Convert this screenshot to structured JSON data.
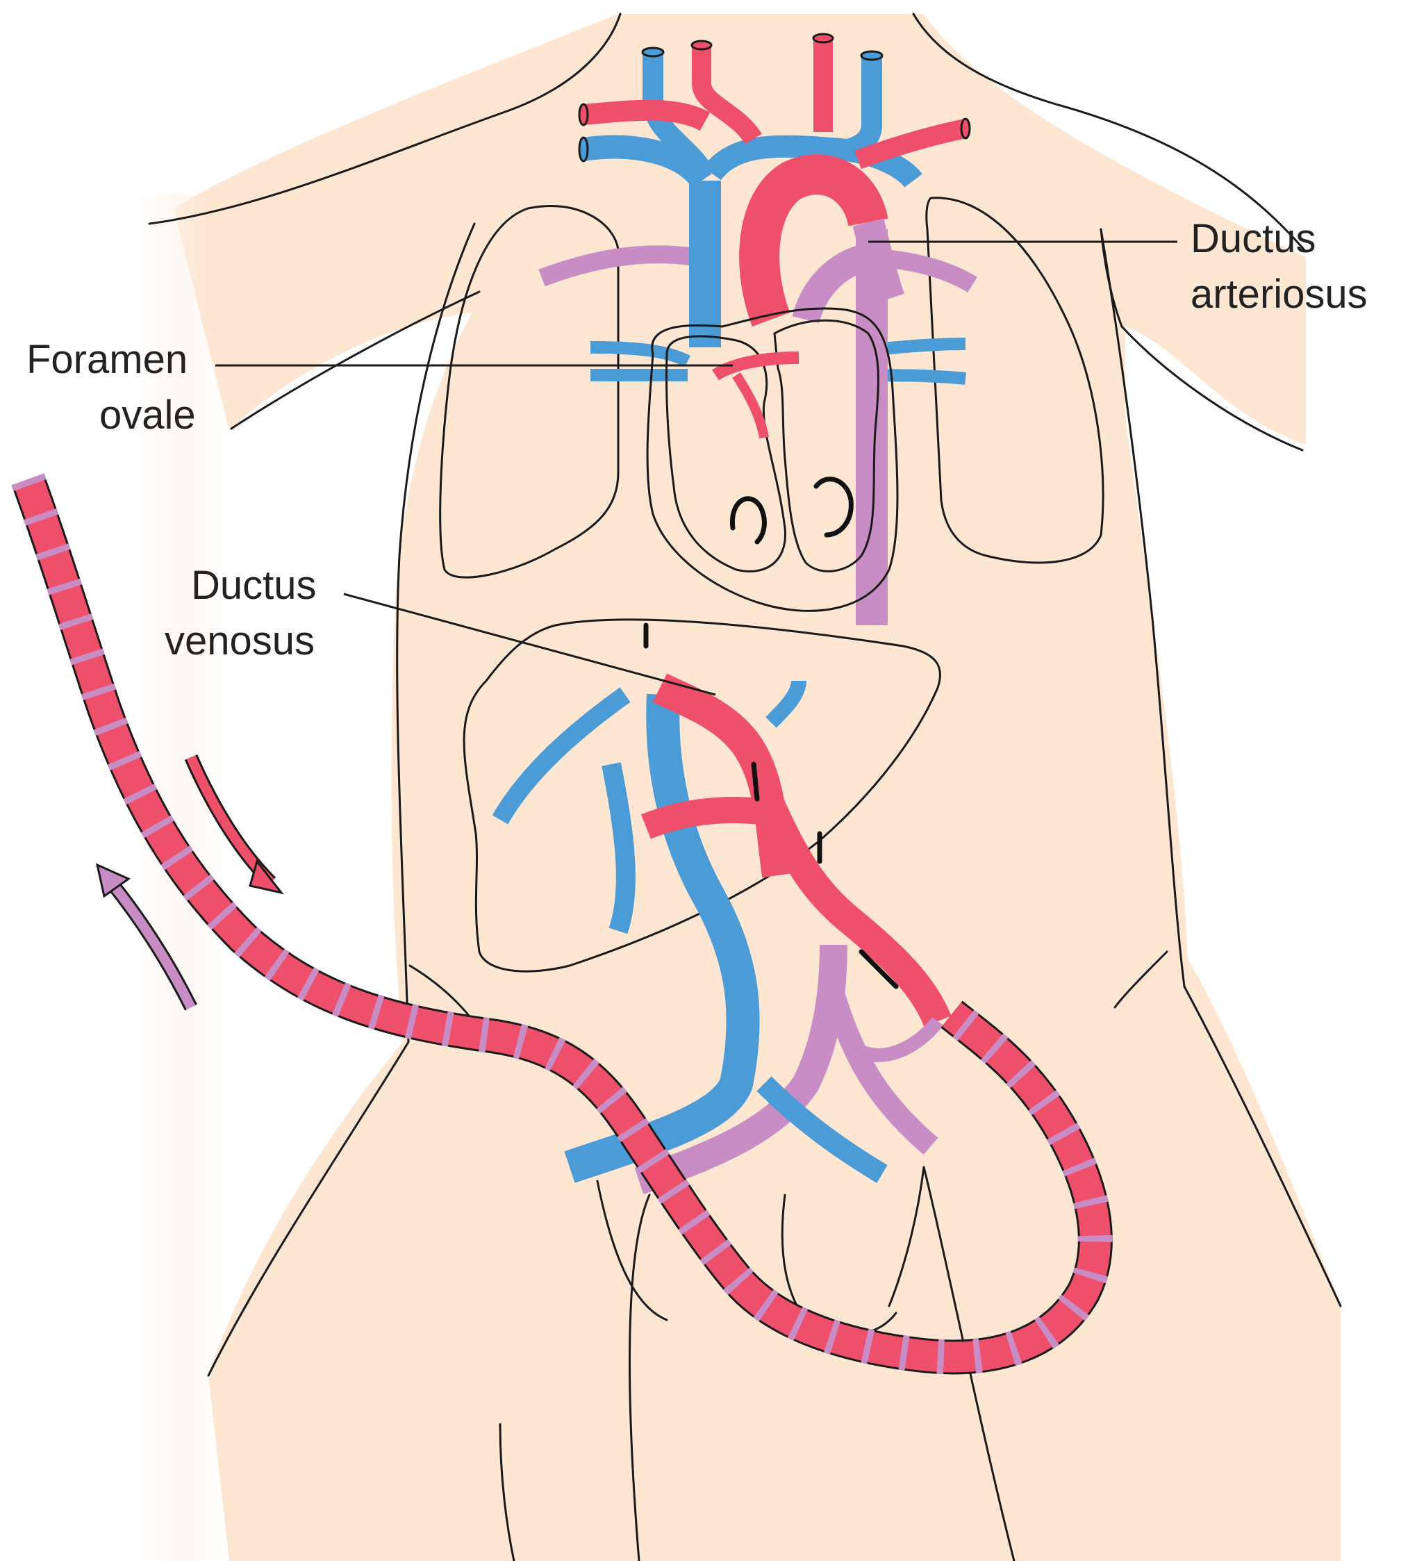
{
  "labels": {
    "ductus_arteriosus": [
      "Ductus",
      "arteriosus"
    ],
    "foramen_ovale": [
      "Foramen",
      "ovale"
    ],
    "ductus_venosus": [
      "Ductus",
      "venosus"
    ]
  },
  "colors": {
    "skin": "#fde6d2",
    "skin_shadow": "#f6c9a8",
    "artery_red": "#ee4f6a",
    "vein_blue": "#4a9bd6",
    "mixed_purple": "#c88dc4",
    "lung": "#c0a6b2",
    "liver": "#c47e72",
    "heart_wall": "#f9d6d4",
    "outline": "#1a1a1a"
  }
}
